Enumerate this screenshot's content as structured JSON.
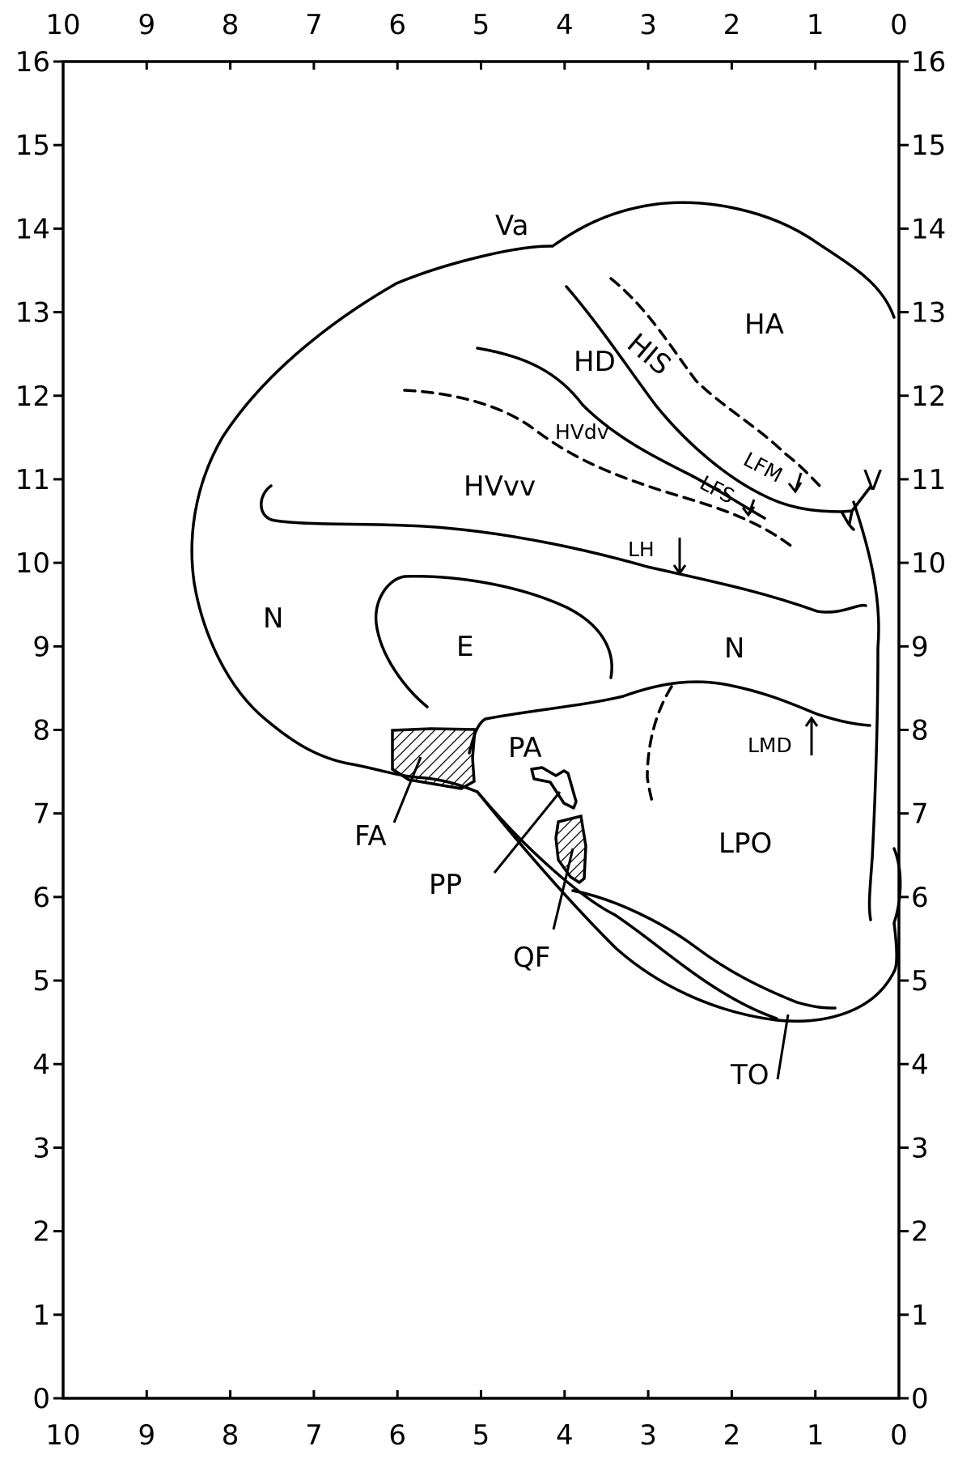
{
  "axes": {
    "top_ticks": [
      "10",
      "9",
      "8",
      "7",
      "6",
      "5",
      "4",
      "3",
      "2",
      "1",
      "0"
    ],
    "bottom_ticks": [
      "10",
      "9",
      "8",
      "7",
      "6",
      "5",
      "4",
      "3",
      "2",
      "1",
      "0"
    ],
    "left_ticks": [
      "16",
      "15",
      "14",
      "13",
      "12",
      "11",
      "10",
      "9",
      "8",
      "7",
      "6",
      "5",
      "4",
      "3",
      "2",
      "1",
      "0"
    ],
    "right_ticks": [
      "16",
      "15",
      "14",
      "13",
      "12",
      "11",
      "10",
      "9",
      "8",
      "7",
      "6",
      "5",
      "4",
      "3",
      "2",
      "1",
      "0"
    ]
  },
  "regions": {
    "Va": "Va",
    "HA": "HA",
    "HIS": "HIS",
    "HD": "HD",
    "HVdv": "HVdv",
    "HVvv": "HVvv",
    "LFM": "LFM",
    "LFS": "LFS",
    "V": "V",
    "LH": "LH",
    "N_left": "N",
    "N_right": "N",
    "E": "E",
    "PA": "PA",
    "LMD": "LMD",
    "LPO": "LPO",
    "FA": "FA",
    "PP": "PP",
    "QF": "QF",
    "TO": "TO"
  },
  "colors": {
    "ink": "#000000",
    "paper": "#ffffff"
  }
}
